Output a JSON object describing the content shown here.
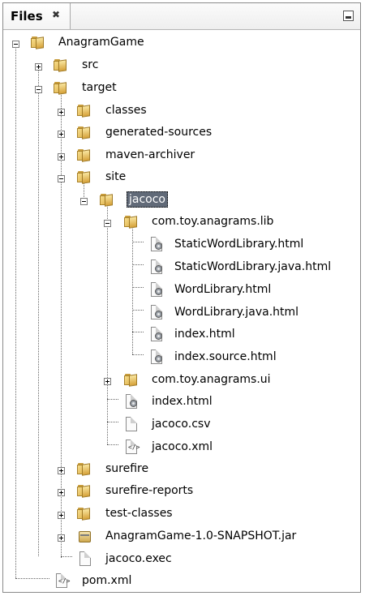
{
  "panel": {
    "title": "Files",
    "close_icon": "close-icon",
    "minimize_icon": "minimize-icon"
  },
  "tree": {
    "root": "AnagramGame",
    "src": "src",
    "target": "target",
    "classes": "classes",
    "generated_sources": "generated-sources",
    "maven_archiver": "maven-archiver",
    "site": "site",
    "jacoco": "jacoco",
    "lib_package": "com.toy.anagrams.lib",
    "lib_files": [
      "StaticWordLibrary.html",
      "StaticWordLibrary.java.html",
      "WordLibrary.html",
      "WordLibrary.java.html",
      "index.html",
      "index.source.html"
    ],
    "ui_package": "com.toy.anagrams.ui",
    "jacoco_index": "index.html",
    "jacoco_csv": "jacoco.csv",
    "jacoco_xml": "jacoco.xml",
    "surefire": "surefire",
    "surefire_reports": "surefire-reports",
    "test_classes": "test-classes",
    "jar": "AnagramGame-1.0-SNAPSHOT.jar",
    "jacoco_exec": "jacoco.exec",
    "pom": "pom.xml",
    "selected": "jacoco"
  }
}
